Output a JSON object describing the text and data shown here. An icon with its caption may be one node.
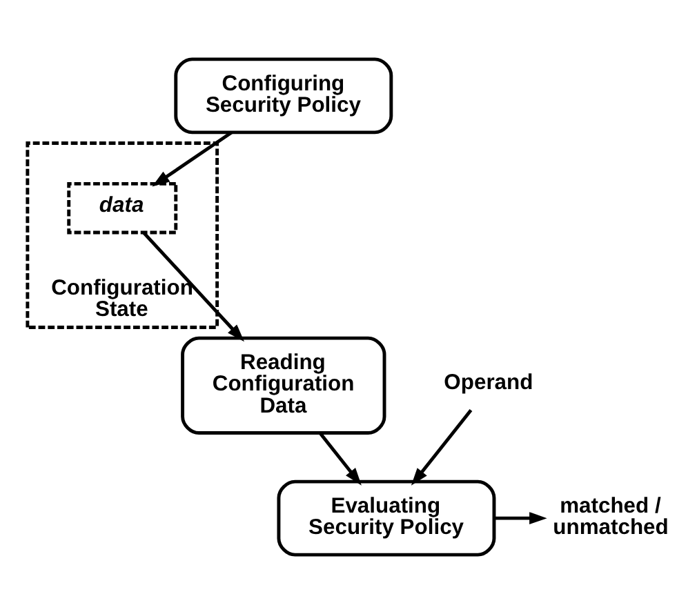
{
  "diagram": {
    "nodes": [
      {
        "text": [
          "Configuring Security Policy"
        ]
      },
      {
        "text": [
          "Configuration State"
        ]
      },
      {
        "text": [
          "data"
        ],
        "in": 1
      },
      {
        "text": [
          "Reading Configuration Data"
        ]
      },
      {
        "text": [
          "Operand"
        ]
      },
      {
        "text": [
          "Evaluating Security Policy"
        ]
      },
      {
        "text": [
          "matched / unmatched"
        ]
      }
    ],
    "edges": [
      {
        "from": 0,
        "to": 2,
        "arrow": "to"
      },
      {
        "from": 2,
        "to": 3,
        "arrow": "to"
      },
      {
        "from": 3,
        "to": 5,
        "arrow": "to"
      },
      {
        "from": 4,
        "to": 5,
        "arrow": "to"
      },
      {
        "from": 5,
        "to": 6,
        "arrow": "to"
      }
    ]
  }
}
